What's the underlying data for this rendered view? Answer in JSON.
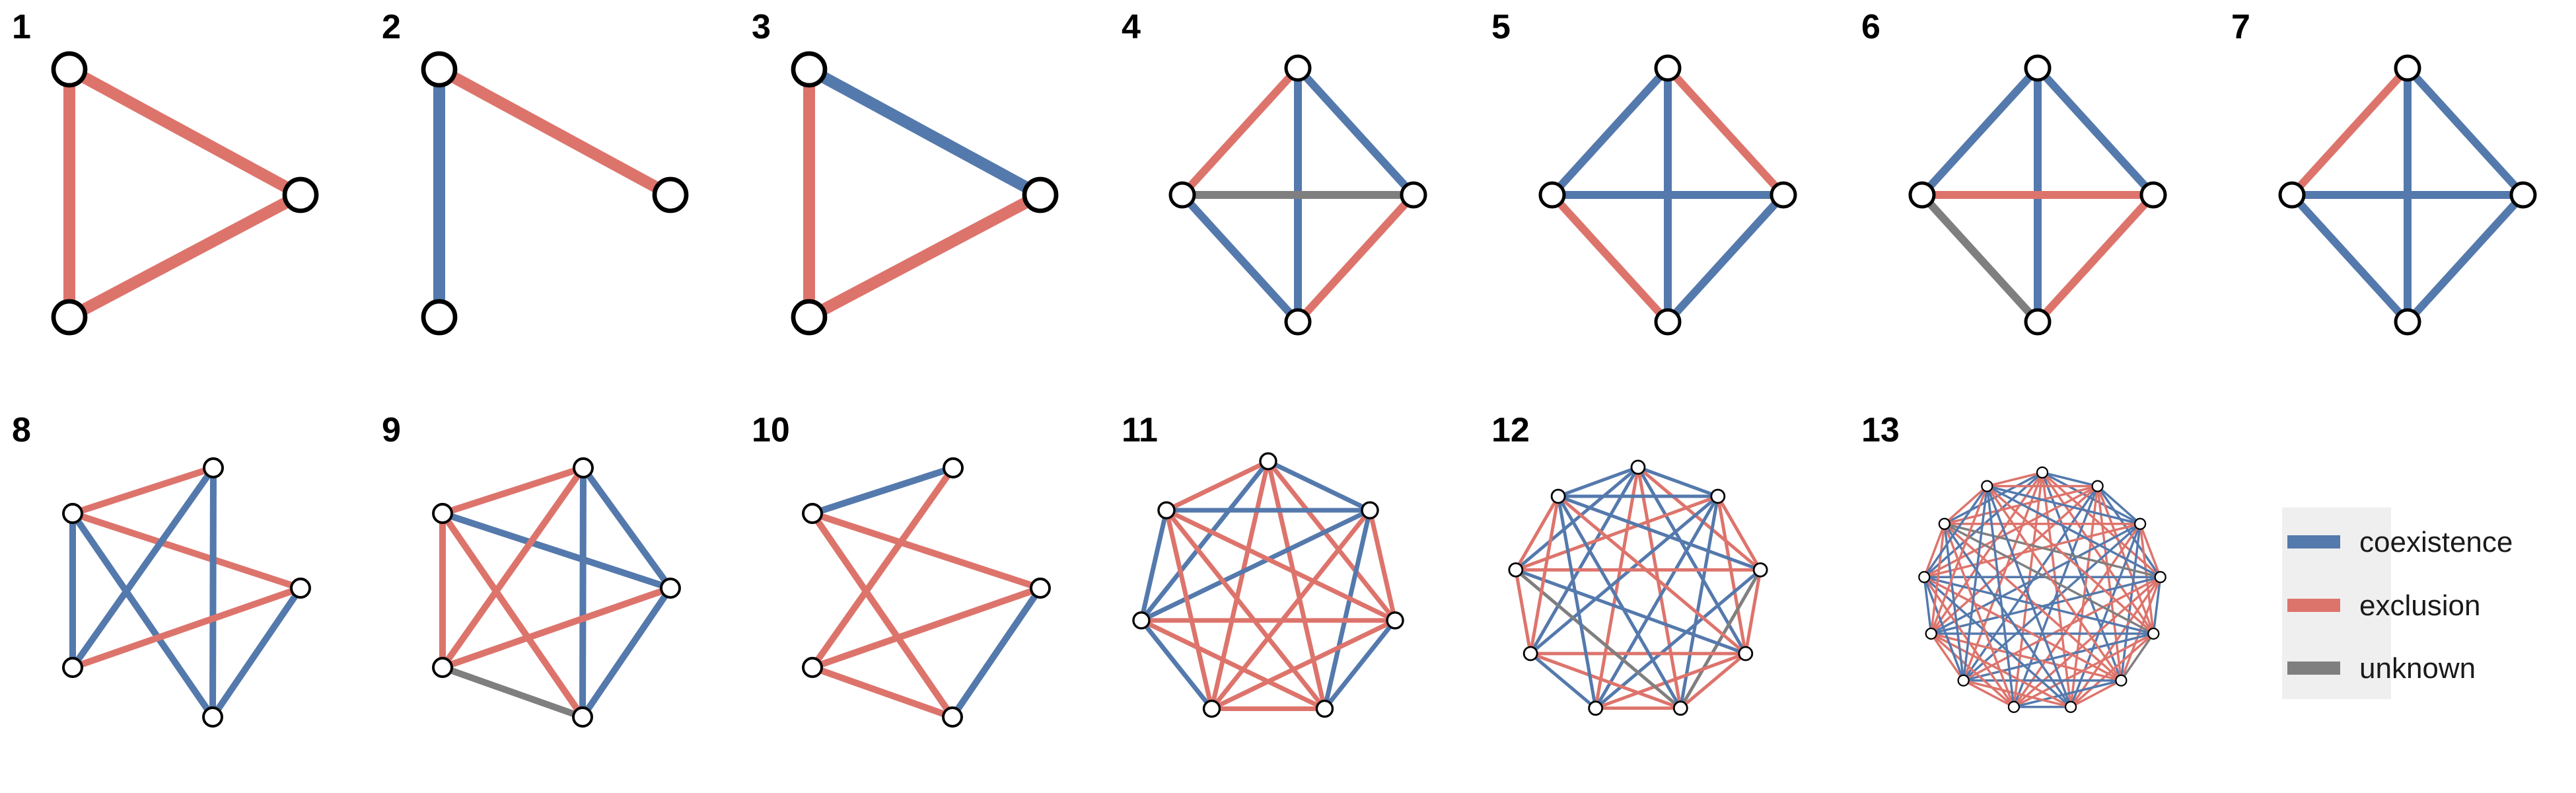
{
  "colors": {
    "coexistence": "#5479AC",
    "exclusion": "#DD746C",
    "unknown": "#7F7F7F",
    "node_fill": "#ffffff",
    "node_stroke": "#000000",
    "legend_bg": "#EFEFEF"
  },
  "legend": {
    "items": [
      {
        "key": "coexistence",
        "label": "coexistence"
      },
      {
        "key": "exclusion",
        "label": "exclusion"
      },
      {
        "key": "unknown",
        "label": "unknown"
      }
    ]
  },
  "panels": [
    {
      "label": "1",
      "n": 3,
      "edges": [
        [
          0,
          1,
          "exclusion"
        ],
        [
          0,
          2,
          "exclusion"
        ],
        [
          1,
          2,
          "exclusion"
        ]
      ]
    },
    {
      "label": "2",
      "n": 3,
      "edges": [
        [
          0,
          1,
          "exclusion"
        ],
        [
          0,
          2,
          "coexistence"
        ]
      ]
    },
    {
      "label": "3",
      "n": 3,
      "edges": [
        [
          0,
          1,
          "coexistence"
        ],
        [
          0,
          2,
          "exclusion"
        ],
        [
          1,
          2,
          "exclusion"
        ]
      ]
    },
    {
      "label": "4",
      "n": 4,
      "edges": [
        [
          0,
          1,
          "coexistence"
        ],
        [
          0,
          3,
          "exclusion"
        ],
        [
          0,
          2,
          "coexistence"
        ],
        [
          1,
          2,
          "exclusion"
        ],
        [
          2,
          3,
          "coexistence"
        ],
        [
          1,
          3,
          "unknown"
        ]
      ]
    },
    {
      "label": "5",
      "n": 4,
      "edges": [
        [
          0,
          1,
          "exclusion"
        ],
        [
          0,
          3,
          "coexistence"
        ],
        [
          0,
          2,
          "coexistence"
        ],
        [
          1,
          2,
          "coexistence"
        ],
        [
          2,
          3,
          "exclusion"
        ],
        [
          1,
          3,
          "coexistence"
        ]
      ]
    },
    {
      "label": "6",
      "n": 4,
      "edges": [
        [
          0,
          1,
          "coexistence"
        ],
        [
          0,
          3,
          "coexistence"
        ],
        [
          0,
          2,
          "coexistence"
        ],
        [
          1,
          2,
          "exclusion"
        ],
        [
          2,
          3,
          "unknown"
        ],
        [
          1,
          3,
          "exclusion"
        ]
      ]
    },
    {
      "label": "7",
      "n": 4,
      "edges": [
        [
          0,
          1,
          "coexistence"
        ],
        [
          0,
          3,
          "exclusion"
        ],
        [
          0,
          2,
          "coexistence"
        ],
        [
          1,
          2,
          "coexistence"
        ],
        [
          2,
          3,
          "coexistence"
        ],
        [
          1,
          3,
          "coexistence"
        ]
      ]
    },
    {
      "label": "8",
      "n": 5,
      "edges": [
        [
          0,
          4,
          "exclusion"
        ],
        [
          0,
          3,
          "coexistence"
        ],
        [
          0,
          1,
          "exclusion"
        ],
        [
          0,
          2,
          "coexistence"
        ],
        [
          4,
          2,
          "coexistence"
        ],
        [
          4,
          3,
          "coexistence"
        ],
        [
          1,
          2,
          "coexistence"
        ],
        [
          1,
          3,
          "exclusion"
        ]
      ]
    },
    {
      "label": "9",
      "n": 5,
      "edges": [
        [
          0,
          4,
          "exclusion"
        ],
        [
          0,
          1,
          "coexistence"
        ],
        [
          0,
          2,
          "exclusion"
        ],
        [
          0,
          3,
          "exclusion"
        ],
        [
          4,
          1,
          "coexistence"
        ],
        [
          4,
          2,
          "coexistence"
        ],
        [
          4,
          3,
          "exclusion"
        ],
        [
          1,
          2,
          "coexistence"
        ],
        [
          2,
          3,
          "unknown"
        ],
        [
          1,
          3,
          "exclusion"
        ]
      ]
    },
    {
      "label": "10",
      "n": 5,
      "edges": [
        [
          0,
          4,
          "coexistence"
        ],
        [
          0,
          1,
          "exclusion"
        ],
        [
          0,
          2,
          "exclusion"
        ],
        [
          1,
          2,
          "coexistence"
        ],
        [
          2,
          3,
          "exclusion"
        ],
        [
          1,
          3,
          "exclusion"
        ],
        [
          4,
          3,
          "exclusion"
        ]
      ]
    },
    {
      "label": "11",
      "n": 7,
      "seed": 11,
      "pexcl": 0.55
    },
    {
      "label": "12",
      "n": 9,
      "seed": 12,
      "pexcl": 0.5
    },
    {
      "label": "13",
      "n": 13,
      "seed": 13,
      "pexcl": 0.5
    }
  ]
}
